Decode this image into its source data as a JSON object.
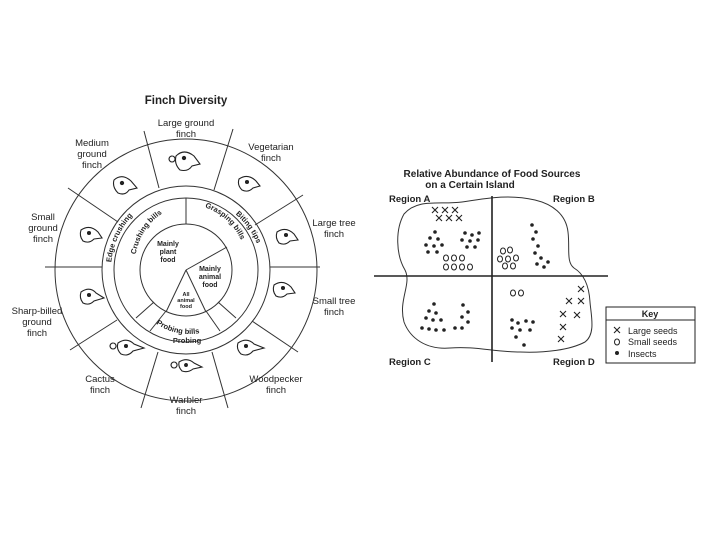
{
  "finch": {
    "title": "Finch Diversity",
    "species": {
      "large_ground_l1": "Large ground",
      "large_ground_l2": "finch",
      "vegetarian_l1": "Vegetarian",
      "vegetarian_l2": "finch",
      "large_tree_l1": "Large tree",
      "large_tree_l2": "finch",
      "small_tree_l1": "Small tree",
      "small_tree_l2": "finch",
      "woodpecker_l1": "Woodpecker",
      "woodpecker_l2": "finch",
      "warbler_l1": "Warbler",
      "warbler_l2": "finch",
      "cactus_l1": "Cactus",
      "cactus_l2": "finch",
      "sharp_l1": "Sharp-billed",
      "sharp_l2": "ground",
      "sharp_l3": "finch",
      "small_ground_l1": "Small",
      "small_ground_l2": "ground",
      "small_ground_l3": "finch",
      "medium_ground_l1": "Medium",
      "medium_ground_l2": "ground",
      "medium_ground_l3": "finch"
    },
    "bill_types": {
      "edge_crushing": "Edge crushing",
      "crushing_bills": "Crushing bills",
      "grasping_bills": "Grasping bills",
      "biting_tips": "Biting tips",
      "probing_bills": "Probing bills",
      "probing": "Probing"
    },
    "food": {
      "plant_l1": "Mainly",
      "plant_l2": "plant",
      "plant_l3": "food",
      "animal_l1": "Mainly",
      "animal_l2": "animal",
      "animal_l3": "food",
      "all_l1": "All",
      "all_l2": "animal",
      "all_l3": "food"
    }
  },
  "island": {
    "title_line1": "Relative Abundance of Food Sources",
    "title_line2": "on a Certain Island",
    "regions": {
      "a": "Region A",
      "b": "Region B",
      "c": "Region C",
      "d": "Region D"
    },
    "key": {
      "title": "Key",
      "large_seeds": "Large seeds",
      "small_seeds": "Small seeds",
      "insects": "Insects"
    }
  }
}
